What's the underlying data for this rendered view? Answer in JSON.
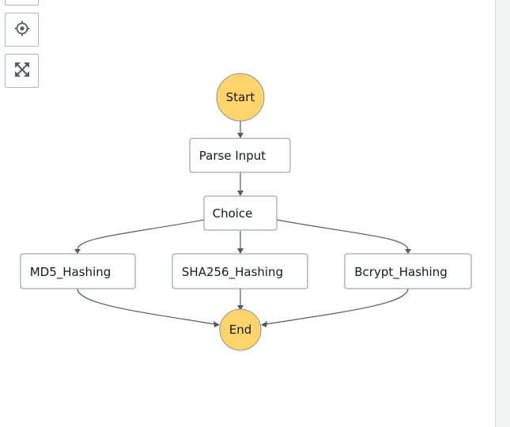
{
  "toolbar": {
    "center_icon": "crosshair-icon",
    "fit_icon": "expand-icon"
  },
  "graph": {
    "start": "Start",
    "end": "End",
    "states": {
      "parse": "Parse Input",
      "choice": "Choice",
      "md5": "MD5_Hashing",
      "sha256": "SHA256_Hashing",
      "bcrypt": "Bcrypt_Hashing"
    },
    "colors": {
      "terminal_fill": "#ffd46b",
      "state_border": "#879596",
      "edge": "#545b64"
    }
  }
}
